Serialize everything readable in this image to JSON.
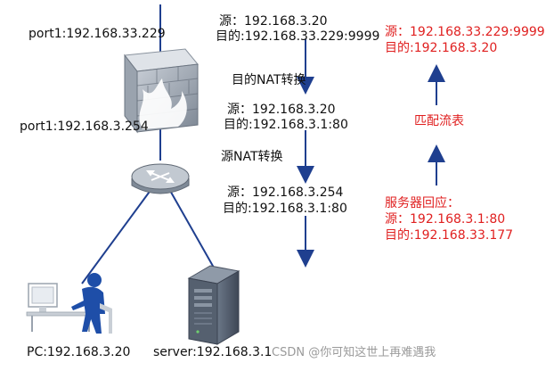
{
  "left": {
    "port_top": "port1:192.168.33.229",
    "port_bottom": "port1:192.168.3.254",
    "pc_label": "PC:192.168.3.20",
    "server_label": "server:192.168.3.1"
  },
  "flow": {
    "step1_src": "源：192.168.3.20",
    "step1_dst": "目的:192.168.33.229:9999",
    "nat_dst": "目的NAT转换",
    "step2_src": "源：192.168.3.20",
    "step2_dst": "目的:192.168.3.1:80",
    "nat_src": "源NAT转换",
    "step3_src": "源：192.168.3.254",
    "step3_dst": "目的:192.168.3.1:80"
  },
  "reply": {
    "top_src": "源：192.168.33.229:9999",
    "top_dst": "目的:192.168.3.20",
    "match": "匹配流表",
    "server_reply": "服务器回应：",
    "reply_src": "源：192.168.3.1:80",
    "reply_dst": "目的:192.168.33.177"
  },
  "watermark": "CSDN @你可知这世上再难遇我",
  "colors": {
    "reply": "#e02020",
    "line": "#1f3f8f",
    "device": "#9aa4b0"
  }
}
